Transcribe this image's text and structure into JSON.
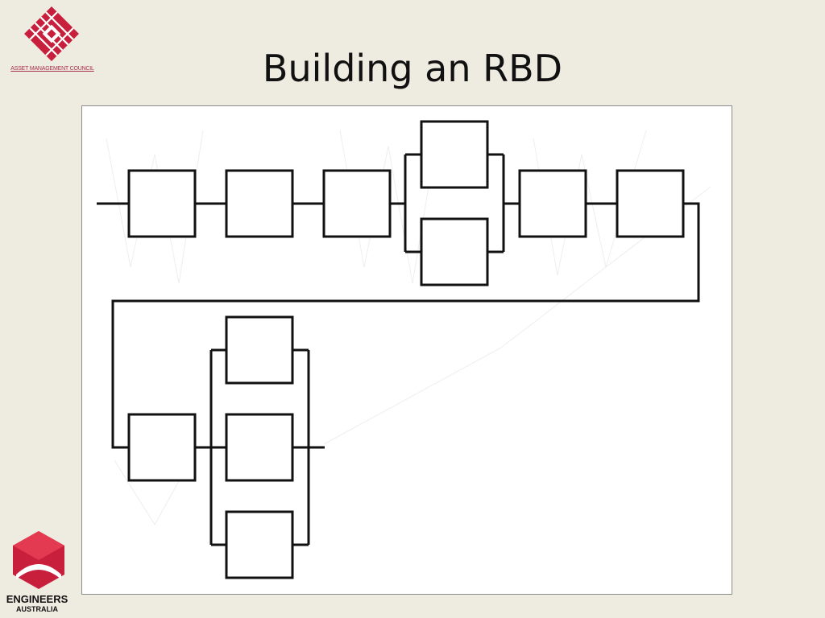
{
  "slide": {
    "title": "Building an RBD"
  },
  "logos": {
    "top_caption": "ASSET MANAGEMENT COUNCIL",
    "bottom_line1": "ENGINEERS",
    "bottom_line2": "AUSTRALIA",
    "brand_color": "#c8203c"
  },
  "diagram": {
    "type": "reliability-block-diagram",
    "line_color": "#111111",
    "row1": {
      "series_blocks_before_parallel": 3,
      "parallel_group_size": 2,
      "series_blocks_after_parallel": 2
    },
    "row2": {
      "series_blocks_before_parallel": 1,
      "parallel_group_size": 3
    }
  }
}
